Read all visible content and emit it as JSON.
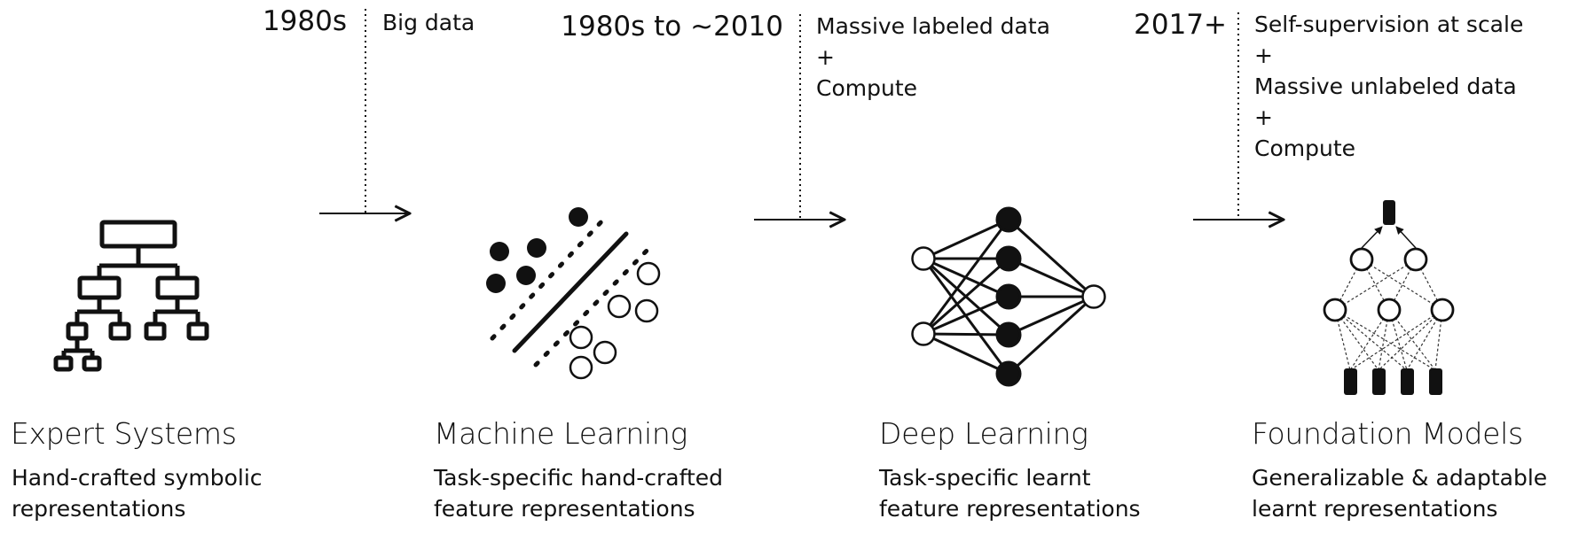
{
  "stages": [
    {
      "title": "Expert Systems",
      "desc1": "Hand-crafted symbolic",
      "desc2": "representations"
    },
    {
      "title": "Machine Learning",
      "desc1": "Task-specific hand-crafted",
      "desc2": "feature representations"
    },
    {
      "title": "Deep Learning",
      "desc1": "Task-specific learnt",
      "desc2": "feature representations"
    },
    {
      "title": "Foundation Models",
      "desc1": "Generalizable & adaptable",
      "desc2": "learnt representations"
    }
  ],
  "transitions": [
    {
      "era": "1980s",
      "lines": [
        "Big data"
      ]
    },
    {
      "era": "1980s to ~2010",
      "lines": [
        "Massive labeled data",
        "+",
        "Compute"
      ]
    },
    {
      "era": "2017+",
      "lines": [
        "Self-supervision at scale",
        "+",
        "Massive unlabeled data",
        "+",
        "Compute"
      ]
    }
  ],
  "icons": [
    "hierarchy-tree-icon",
    "classifier-scatter-icon",
    "neural-network-icon",
    "foundation-model-icon"
  ],
  "colors": {
    "ink": "#111111",
    "background": "#ffffff"
  }
}
